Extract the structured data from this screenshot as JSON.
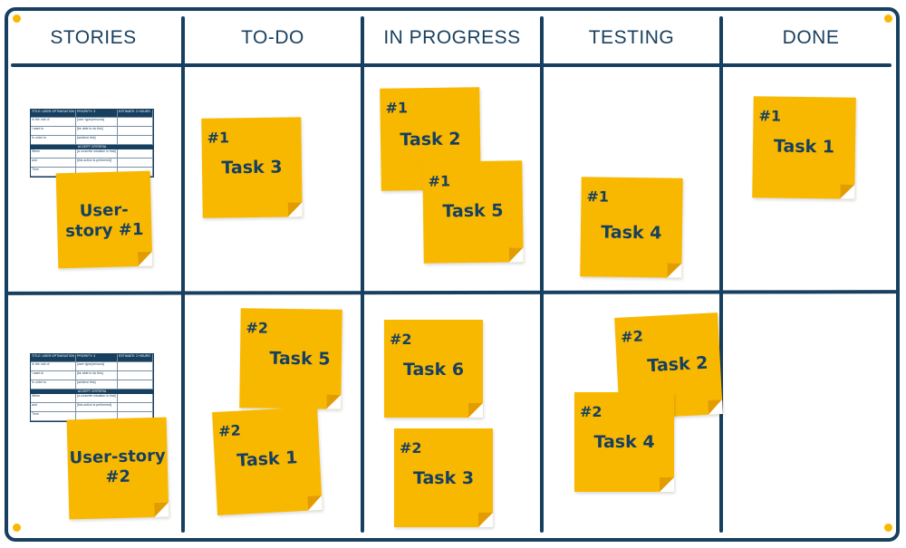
{
  "columns": [
    "STORIES",
    "TO-DO",
    "IN PROGRESS",
    "TESTING",
    "DONE"
  ],
  "story_template": {
    "title": "TITLE: USER OPTIMISATION",
    "priority": "PRIORITY: 3",
    "estimate": "ESTIMATE: 2 HOURS",
    "rows": [
      [
        "In the role of",
        "[user type/persona]"
      ],
      [
        "I want to",
        "[be able to do this]"
      ],
      [
        "In order to",
        "[achieve this]"
      ]
    ],
    "section": "ACCEPT CRITERIA",
    "criteria": [
      [
        "When",
        "[a concrete situation is that]"
      ],
      [
        "and",
        "[this action is performed]"
      ],
      [
        "Then",
        ""
      ]
    ]
  },
  "stories": [
    {
      "label": "User-story #1"
    },
    {
      "label": "User-story #2"
    }
  ],
  "notes": [
    {
      "num": "#1",
      "title": "Task 3"
    },
    {
      "num": "#1",
      "title": "Task 2"
    },
    {
      "num": "#1",
      "title": "Task 5"
    },
    {
      "num": "#1",
      "title": "Task 4"
    },
    {
      "num": "#1",
      "title": "Task 1"
    },
    {
      "num": "#2",
      "title": "Task 5"
    },
    {
      "num": "#2",
      "title": "Task 1"
    },
    {
      "num": "#2",
      "title": "Task 6"
    },
    {
      "num": "#2",
      "title": "Task 3"
    },
    {
      "num": "#2",
      "title": "Task 2"
    },
    {
      "num": "#2",
      "title": "Task 4"
    }
  ],
  "colors": {
    "ink": "#173f5f",
    "sticky": "#f9b800"
  }
}
